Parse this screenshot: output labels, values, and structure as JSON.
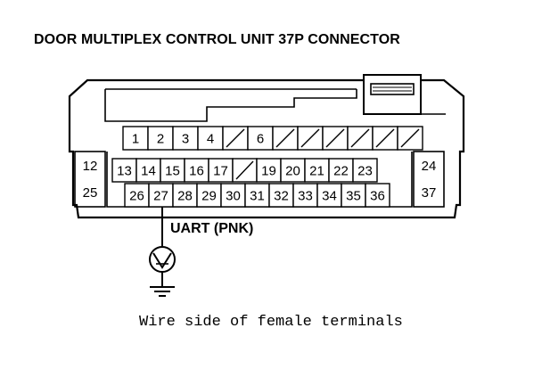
{
  "title": "DOOR MULTIPLEX CONTROL UNIT 37P CONNECTOR",
  "caption": "Wire side of female terminals",
  "wire_label": "UART (PNK)",
  "highlighted_terminal": "27",
  "connector": {
    "top_row": [
      "1",
      "2",
      "3",
      "4",
      "",
      "6",
      "",
      "",
      "",
      "",
      "",
      ""
    ],
    "middle_row": [
      "13",
      "14",
      "15",
      "16",
      "17",
      "",
      "19",
      "20",
      "21",
      "22",
      "23"
    ],
    "bottom_row": [
      "26",
      "27",
      "28",
      "29",
      "30",
      "31",
      "32",
      "33",
      "34",
      "35",
      "36"
    ],
    "left_side": [
      "12",
      "25"
    ],
    "right_side": [
      "24",
      "37"
    ]
  },
  "symbols": {
    "voltmeter": "voltmeter-icon",
    "ground": "ground-icon"
  }
}
